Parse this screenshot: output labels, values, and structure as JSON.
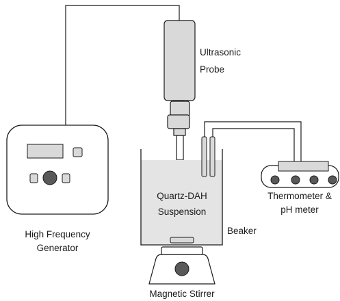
{
  "labels": {
    "probe_line1": "Ultrasonic",
    "probe_line2": "Probe",
    "suspension_line1": "Quartz-DAH",
    "suspension_line2": "Suspension",
    "beaker": "Beaker",
    "generator_line1": "High Frequency",
    "generator_line2": "Generator",
    "meter_line1": "Thermometer &",
    "meter_line2": "pH meter",
    "stirrer": "Magnetic Stirrer"
  },
  "colors": {
    "outline": "#1a1a1a",
    "probe_fill": "#d9d9d9",
    "liquid_fill": "#e4e4e4",
    "display_fill": "#d9d9d9",
    "knob_fill": "#595959",
    "white": "#ffffff"
  }
}
